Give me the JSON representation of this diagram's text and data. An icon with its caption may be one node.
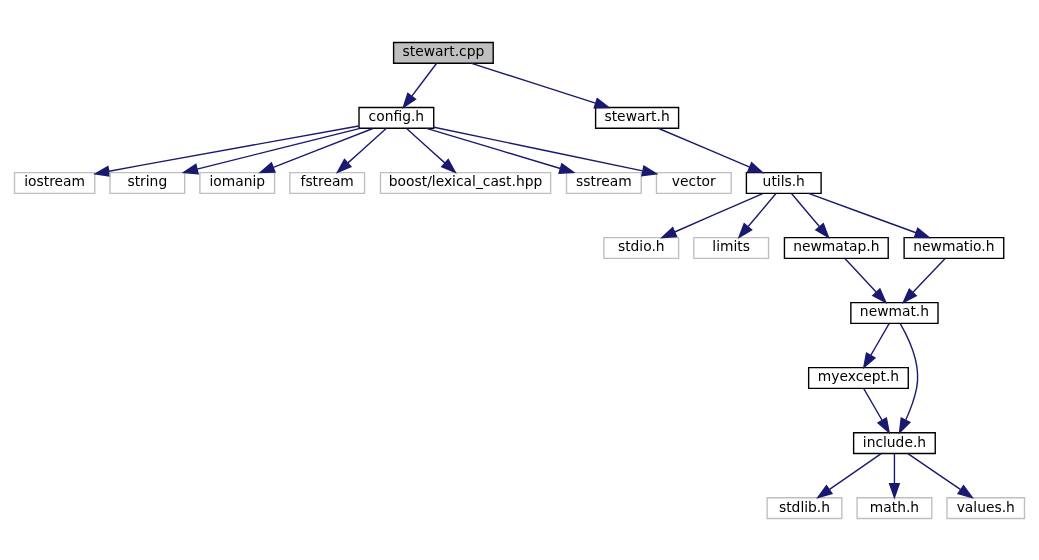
{
  "diagram": {
    "nodes": [
      {
        "text": [
          "stewart.cpp"
        ]
      },
      {
        "text": [
          "config.h"
        ]
      },
      {
        "text": [
          "stewart.h"
        ]
      },
      {
        "text": [
          "iostream"
        ]
      },
      {
        "text": [
          "string"
        ]
      },
      {
        "text": [
          "iomanip"
        ]
      },
      {
        "text": [
          "fstream"
        ]
      },
      {
        "text": [
          "boost/lexical_cast.hpp"
        ]
      },
      {
        "text": [
          "sstream"
        ]
      },
      {
        "text": [
          "vector"
        ]
      },
      {
        "text": [
          "utils.h"
        ]
      },
      {
        "text": [
          "stdio.h"
        ]
      },
      {
        "text": [
          "limits"
        ]
      },
      {
        "text": [
          "newmatap.h"
        ]
      },
      {
        "text": [
          "newmatio.h"
        ]
      },
      {
        "text": [
          "newmat.h"
        ]
      },
      {
        "text": [
          "myexcept.h"
        ]
      },
      {
        "text": [
          "include.h"
        ]
      },
      {
        "text": [
          "stdlib.h"
        ]
      },
      {
        "text": [
          "math.h"
        ]
      },
      {
        "text": [
          "values.h"
        ]
      }
    ],
    "edges": [
      {
        "from": 0,
        "to": 1,
        "arrow": "to"
      },
      {
        "from": 0,
        "to": 2,
        "arrow": "to"
      },
      {
        "from": 1,
        "to": 3,
        "arrow": "to"
      },
      {
        "from": 1,
        "to": 4,
        "arrow": "to"
      },
      {
        "from": 1,
        "to": 5,
        "arrow": "to"
      },
      {
        "from": 1,
        "to": 6,
        "arrow": "to"
      },
      {
        "from": 1,
        "to": 7,
        "arrow": "to"
      },
      {
        "from": 1,
        "to": 8,
        "arrow": "to"
      },
      {
        "from": 1,
        "to": 9,
        "arrow": "to"
      },
      {
        "from": 2,
        "to": 10,
        "arrow": "to"
      },
      {
        "from": 10,
        "to": 11,
        "arrow": "to"
      },
      {
        "from": 10,
        "to": 12,
        "arrow": "to"
      },
      {
        "from": 10,
        "to": 13,
        "arrow": "to"
      },
      {
        "from": 10,
        "to": 14,
        "arrow": "to"
      },
      {
        "from": 13,
        "to": 15,
        "arrow": "to"
      },
      {
        "from": 14,
        "to": 15,
        "arrow": "to"
      },
      {
        "from": 15,
        "to": 17,
        "arrow": "to"
      },
      {
        "from": 15,
        "to": 16,
        "arrow": "to"
      },
      {
        "from": 16,
        "to": 17,
        "arrow": "to"
      },
      {
        "from": 17,
        "to": 18,
        "arrow": "to"
      },
      {
        "from": 17,
        "to": 19,
        "arrow": "to"
      },
      {
        "from": 17,
        "to": 20,
        "arrow": "to"
      }
    ]
  }
}
